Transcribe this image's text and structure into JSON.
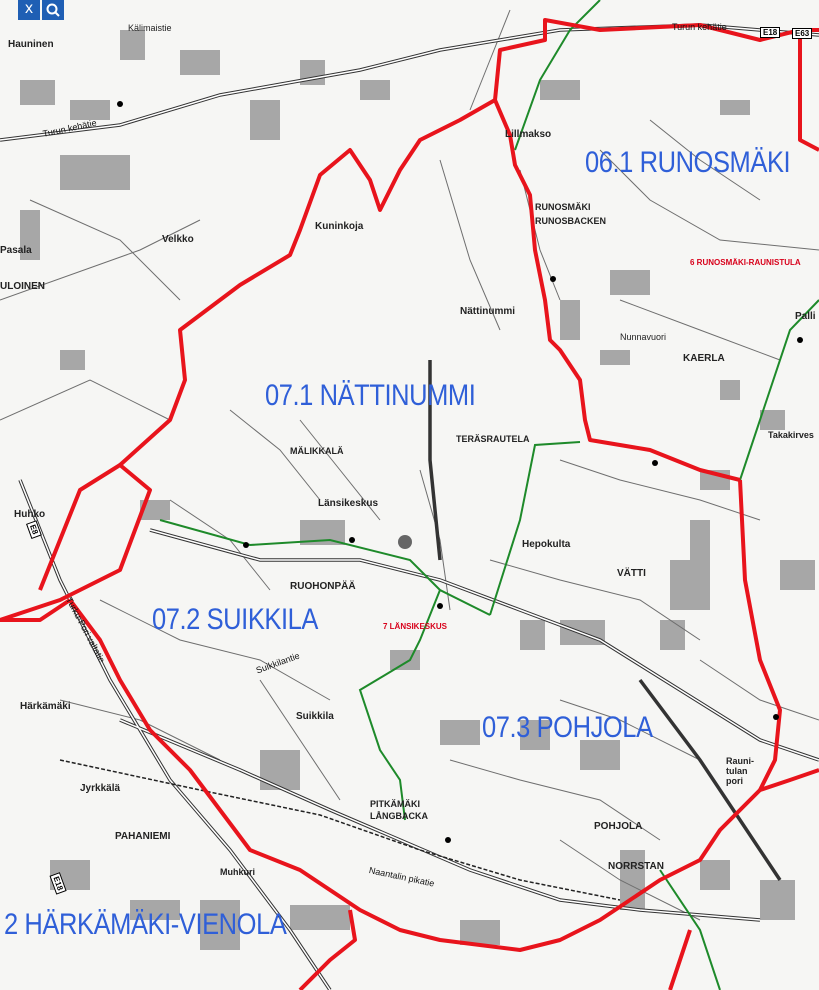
{
  "toolbar": {
    "close_symbol": "x",
    "search_icon": "search-icon"
  },
  "districts": {
    "runosmaki": "06.1 RUNOSMÄKI",
    "nattinummi": "07.1 NÄTTINUMMI",
    "suikkila": "07.2 SUIKKILA",
    "pohjola": "07.3 POHJOLA",
    "harkamaki_vienola": "2 HÄRKÄMÄKI-VIENOLA"
  },
  "places": {
    "hauninen": "Hauninen",
    "kaaimaistie": "Kälimaistie",
    "lillmakso": "Lillmakso",
    "runosmaki": "RUNOSMÄKI",
    "runosbacken": "RUNOSBACKEN",
    "kuninkoja": "Kuninkoja",
    "pasala": "Pasala",
    "velkko": "Velkko",
    "luoinen": "ULOINEN",
    "nattinummi": "Nättinummi",
    "palli": "Palli",
    "nunnavuori": "Nunnavuori",
    "kaerla": "KAERLA",
    "takakirves": "Takakirves",
    "terasrautela": "TERÄSRAUTELA",
    "malikkala": "MÄLIKKALÄ",
    "lansikeskus": "Länsikeskus",
    "huhko": "Huhko",
    "hepokulta": "Hepokulta",
    "vatti": "VÄTTI",
    "ruohonpaa": "RUOHONPÄÄ",
    "harkamaki": "Härkämäki",
    "suikkila": "Suikkila",
    "jyrkkala": "Jyrkkälä",
    "pahaniemi": "PAHANIEMI",
    "pitkamaki": "PITKÄMÄKI",
    "langbacka": "LÅNGBACKA",
    "pohjola": "POHJOLA",
    "norrstan": "NORRSTAN",
    "muhkuri": "Muhkuri",
    "raunistula": "Rauni-\ntulan\npori"
  },
  "roads": {
    "turun_kehatie_top": "Turun kehätie",
    "turun_kehatie_left": "Turun kehätie",
    "turku_pori_valtatie": "Turku-Pori valtatie",
    "naantalin_pikatie": "Naantalin pikatie",
    "suikkilantie": "Suikkilantie"
  },
  "road_shields": {
    "e18_top": "E18",
    "e63_top": "E63",
    "e8_left": "E8",
    "e18_bottom": "E18"
  },
  "red_labels": {
    "lansikeskus": "7 LÄNSIKESKUS",
    "runosmaki_raunistula": "6 RUNOSMÄKI-RAUNISTULA"
  },
  "colors": {
    "district_boundary": "#e8141c",
    "subdistrict_boundary": "#1e8a2a",
    "district_label": "#2f5fd8",
    "buildings": "#9a9a9a",
    "toolbar": "#1f5fb4"
  }
}
